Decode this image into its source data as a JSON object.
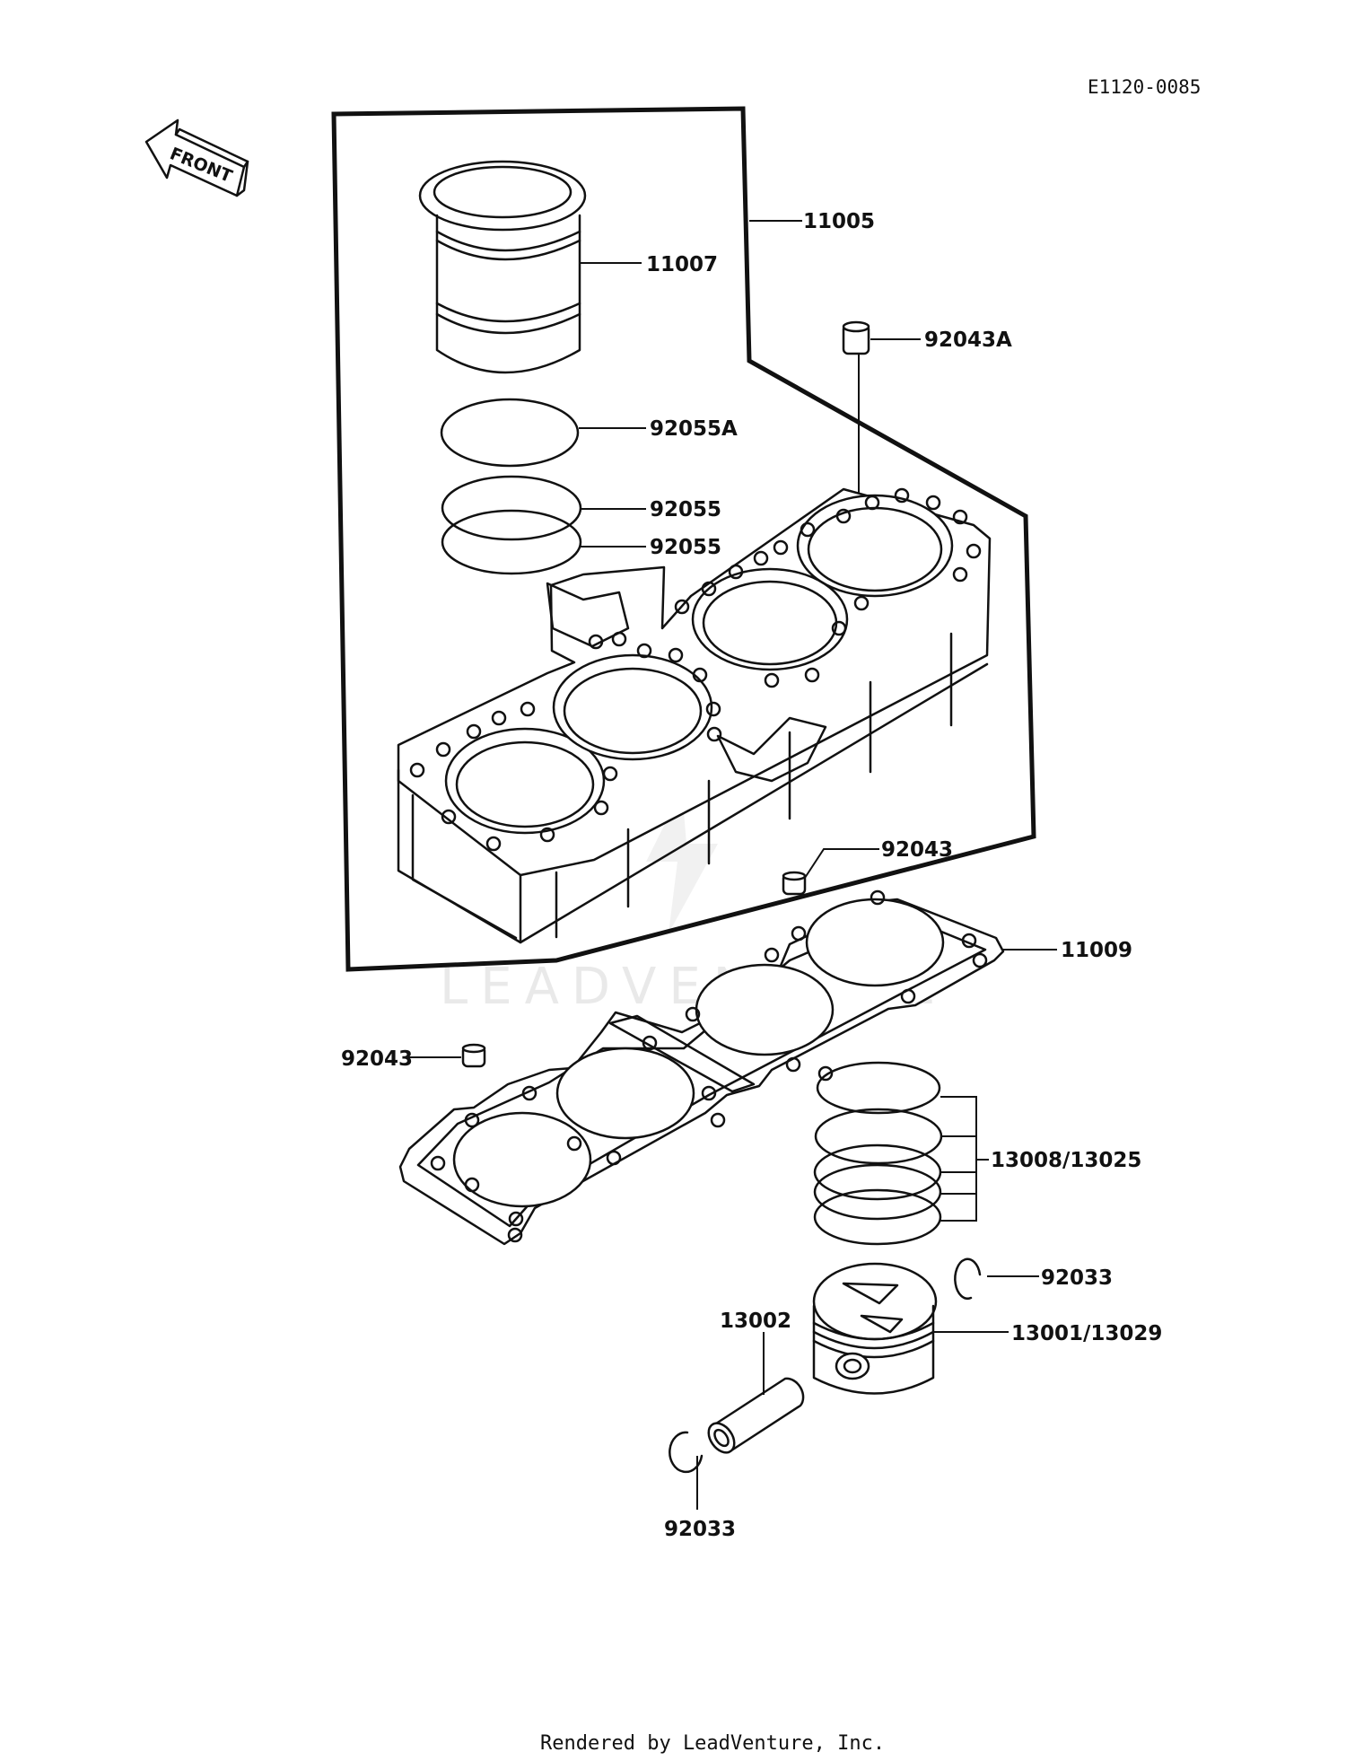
{
  "diagram_code": "E1120-0085",
  "front_label": "FRONT",
  "watermark": "LEADVENTURE",
  "footer": "Rendered by LeadVenture, Inc.",
  "callouts": {
    "c11005": "11005",
    "c11007": "11007",
    "c92043A": "92043A",
    "c92055A": "92055A",
    "c92055_1": "92055",
    "c92055_2": "92055",
    "c92043_top": "92043",
    "c11009": "11009",
    "c92043_left": "92043",
    "c13008": "13008/13025",
    "c92033_right": "92033",
    "c13001": "13001/13029",
    "c13002": "13002",
    "c92033_bottom": "92033"
  }
}
